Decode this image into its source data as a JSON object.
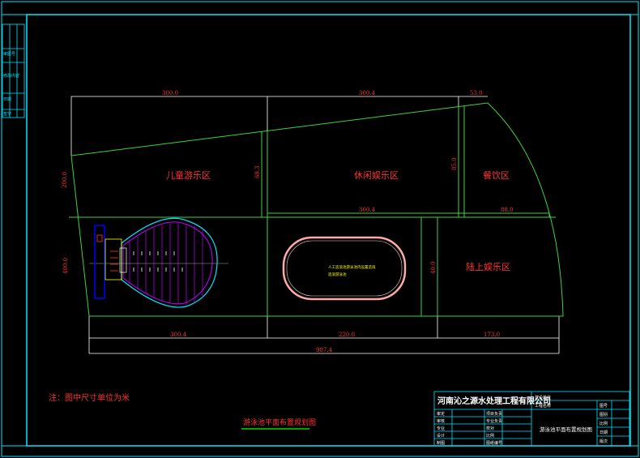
{
  "drawing": {
    "zones": {
      "zone_a": "儿童游乐区",
      "zone_b": "休闲娱乐区",
      "zone_c": "餐饮区",
      "zone_d": "陆上娱乐区"
    },
    "dimensions": {
      "top_left": "300.0",
      "top_mid": "300.4",
      "top_right": "53.0",
      "left_upper": "200.0",
      "mid_vertical": "69.3",
      "right_vertical": "85.0",
      "mid_horizontal": "300.4",
      "right_horizontal": "88.0",
      "left_lower": "400.0",
      "pool_right_vertical": "40.0",
      "bottom_left": "300.4",
      "bottom_mid": "220.0",
      "bottom_right": "173.0",
      "bottom_total": "987.4"
    },
    "pool_annotation": [
      "人工造浪池游泳池内设置造浪",
      "造浪游泳池"
    ]
  },
  "note": "注：图中尺寸单位为米",
  "sheet_title": "游泳池平面布置规划图",
  "title_block": {
    "company": "河南沁之源水处理工程有限公司",
    "project_labels": [
      "建设单位",
      "工程名称"
    ],
    "left_labels": [
      "审定",
      "审核",
      "专业",
      "设计",
      "制图"
    ],
    "middle_labels": [
      "项目负责",
      "专业负责",
      "校对",
      "比例",
      "图纸编号"
    ],
    "drawing_name": "游泳池平面布置规划图",
    "right_labels": [
      "图号",
      "图别",
      "比例",
      "日期",
      "版次"
    ]
  },
  "revision_table": [
    "审图号",
    "修改内容",
    "日期",
    "签字"
  ],
  "colors": {
    "frame": "#00e5ff",
    "outline": "#ffffff",
    "boundary": "#3fd23f",
    "zone_text": "#ff3333",
    "dimension": "#ff3333",
    "pool": "#ffaaaa",
    "slide": "#c000ff",
    "title_underline": "#00ff00",
    "annotation": "#ffff00"
  }
}
